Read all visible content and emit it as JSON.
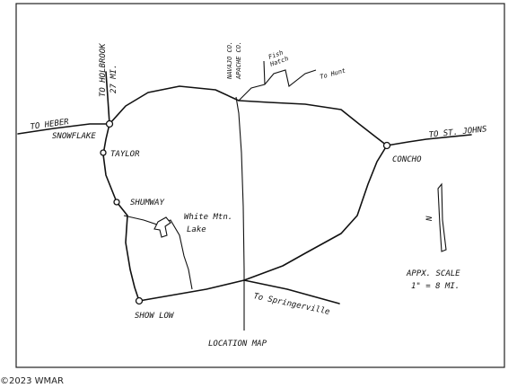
{
  "map": {
    "title": "LOCATION MAP",
    "county_line": {
      "left": "NAVAJO CO.",
      "right": "APACHE CO."
    },
    "places": [
      {
        "key": "snowflake",
        "label": "SNOWFLAKE"
      },
      {
        "key": "taylor",
        "label": "TAYLOR"
      },
      {
        "key": "shumway",
        "label": "SHUMWAY"
      },
      {
        "key": "show_low",
        "label": "SHOW LOW"
      },
      {
        "key": "concho",
        "label": "CONCHO"
      },
      {
        "key": "white_mtn_lake_1",
        "label": "White Mtn."
      },
      {
        "key": "white_mtn_lake_2",
        "label": "Lake"
      }
    ],
    "roads": {
      "to_heber": "TO HEBER",
      "to_holbrook_1": "TO HOLBROOK",
      "to_holbrook_2": "27 MI.",
      "to_st_johns": "TO ST. JOHNS",
      "to_springerville": "To Springerville",
      "fish_hatch_1": "Fish",
      "fish_hatch_2": "Hatch",
      "to_hunt": "To Hunt"
    },
    "scale": {
      "line1": "APPX. SCALE",
      "line2": "1\" = 8 MI."
    },
    "north_arrow": "N"
  },
  "footer": {
    "copyright": "©2023 WMAR"
  }
}
